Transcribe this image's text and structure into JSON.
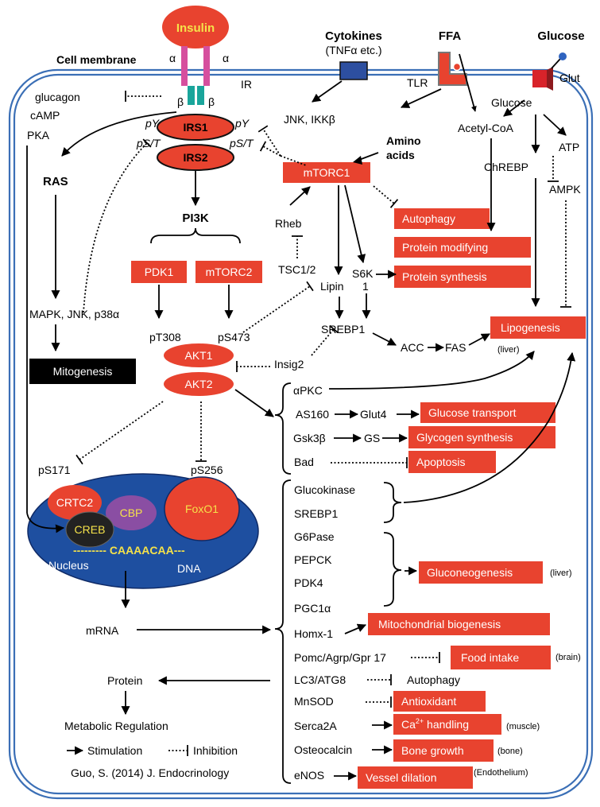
{
  "labels": {
    "insulin": "Insulin",
    "alpha": "α",
    "beta": "β",
    "cell_membrane": "Cell membrane",
    "ir": "IR",
    "cytokines": "Cytokines",
    "cytokines_sub": "(TNFα etc.)",
    "ffa": "FFA",
    "glucose_title": "Glucose",
    "glut": "Glut",
    "glucose_inner": "Glucose",
    "tlr": "TLR",
    "glucagon": "glucagon",
    "camp": "cAMP",
    "pka": "PKA",
    "jnk_ikkb": "JNK, IKKβ",
    "acetyl_coa": "Acetyl-CoA",
    "atp": "ATP",
    "py": "pY",
    "pst": "pS/T",
    "irs1": "IRS1",
    "irs2": "IRS2",
    "amino_acids_1": "Amino",
    "amino_acids_2": "acids",
    "mtorc1": "mTORC1",
    "chrebp": "ChREBP",
    "ampk": "AMPK",
    "ras": "RAS",
    "pi3k": "PI3K",
    "rheb": "Rheb",
    "autophagy_box": "Autophagy",
    "protein_modifying": "Protein modifying",
    "pdk1": "PDK1",
    "mtorc2": "mTORC2",
    "tsc": "TSC1/2",
    "s6k": "S6K",
    "s6k_sub": "1",
    "protein_synthesis": "Protein synthesis",
    "lipin": "Lipin",
    "mapk": "MAPK, JNK, p38α",
    "pt308": "pT308",
    "ps473": "pS473",
    "srebp1": "SREBP1",
    "lipogenesis": "Lipogenesis",
    "liver": "(liver)",
    "acc": "ACC",
    "fas": "FAS",
    "akt1": "AKT1",
    "insig2": "Insig2",
    "mitogenesis": "Mitogenesis",
    "akt2": "AKT2",
    "apkc": "αPKC",
    "as160": "AS160",
    "glut4": "Glut4",
    "glucose_transport": "Glucose transport",
    "gsk3b": "Gsk3β",
    "gs": "GS",
    "glycogen_synthesis": "Glycogen synthesis",
    "bad": "Bad",
    "apoptosis": "Apoptosis",
    "ps171": "pS171",
    "ps256": "pS256",
    "glucokinase": "Glucokinase",
    "srebp1_gene": "SREBP1",
    "crtc2": "CRTC2",
    "cbp": "CBP",
    "foxo1": "FoxO1",
    "creb": "CREB",
    "caaaacaa": "--------- CAAAACAA---",
    "nucleus": "Nucleus",
    "dna": "DNA",
    "g6pase": "G6Pase",
    "pepck": "PEPCK",
    "pdk4": "PDK4",
    "pgc1a": "PGC1α",
    "gluconeogenesis": "Gluconeogenesis",
    "liver2": "(liver)",
    "mrna": "mRNA",
    "homx1": "Homx-1",
    "mito_bio": "Mitochondrial biogenesis",
    "pomc": "Pomc/Agrp/Gpr 17",
    "food_intake": "Food intake",
    "brain": "(brain)",
    "protein": "Protein",
    "lc3": "LC3/ATG8",
    "autophagy_text": "Autophagy",
    "mnsod": "MnSOD",
    "antioxidant": "Antioxidant",
    "metabolic_reg": "Metabolic Regulation",
    "serca2a": "Serca2A",
    "ca_handling_1": "Ca",
    "ca_handling_sup": "2+",
    "ca_handling_2": " handling",
    "muscle": "(muscle)",
    "stimulation": "Stimulation",
    "inhibition": "Inhibition",
    "osteocalcin": "Osteocalcin",
    "bone_growth": "Bone growth",
    "bone": "(bone)",
    "citation": "Guo, S. (2014) J. Endocrinology",
    "enos": "eNOS",
    "vessel_dilation": "Vessel dilation",
    "endothelium": "(Endothelium)"
  },
  "colors": {
    "red_box": "#e8432f",
    "nucleus_fill": "#1e4fa0",
    "membrane": "#3b6fb6",
    "receptor_pink": "#d64f9e",
    "receptor_teal": "#1aa59b",
    "cbp_purple": "#8a4ea3",
    "dna_yellow": "#f5e24a"
  }
}
